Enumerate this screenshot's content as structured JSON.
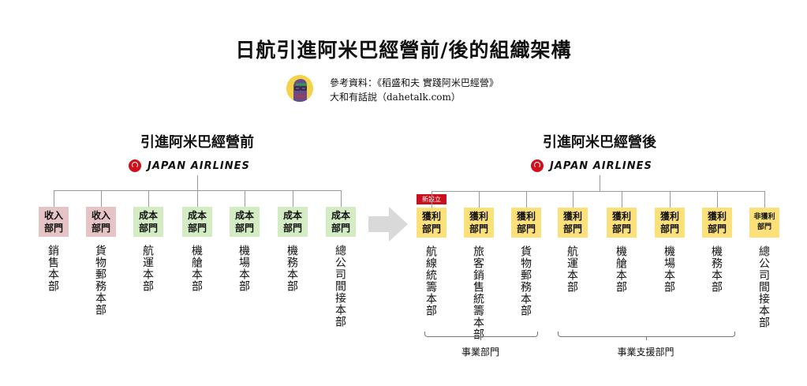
{
  "title": "日航引進阿米巴經營前/後的組織架構",
  "source": {
    "line1": "參考資料：《稻盛和夫 實踐阿米巴經營》",
    "line2": "大和有話說（dahetalk.com）"
  },
  "logo_text": "JAPAN AIRLINES",
  "colors": {
    "revenue": "#e6c3c5",
    "cost": "#d4ecc4",
    "profit": "#fce17a",
    "badge": "#c8101e",
    "arrow": "#d9d9d9"
  },
  "before": {
    "heading": "引進阿米巴經營前",
    "units": [
      {
        "box": "收入\n部門",
        "type": "revenue",
        "name": "銷售本部"
      },
      {
        "box": "收入\n部門",
        "type": "revenue",
        "name": "貨物郵務本部"
      },
      {
        "box": "成本\n部門",
        "type": "cost",
        "name": "航運本部"
      },
      {
        "box": "成本\n部門",
        "type": "cost",
        "name": "機艙本部"
      },
      {
        "box": "成本\n部門",
        "type": "cost",
        "name": "機場本部"
      },
      {
        "box": "成本\n部門",
        "type": "cost",
        "name": "機務本部"
      },
      {
        "box": "成本\n部門",
        "type": "cost",
        "name": "總公司間接本部"
      }
    ]
  },
  "after": {
    "heading": "引進阿米巴經營後",
    "new_badge": "新設立",
    "units": [
      {
        "box": "獲利\n部門",
        "type": "profit",
        "name": "航線統籌本部"
      },
      {
        "box": "獲利\n部門",
        "type": "profit",
        "name": "旅客銷售統籌本部"
      },
      {
        "box": "獲利\n部門",
        "type": "profit",
        "name": "貨物郵務本部"
      },
      {
        "box": "獲利\n部門",
        "type": "profit",
        "name": "航運本部"
      },
      {
        "box": "獲利\n部門",
        "type": "profit",
        "name": "機艙本部"
      },
      {
        "box": "獲利\n部門",
        "type": "profit",
        "name": "機場本部"
      },
      {
        "box": "獲利\n部門",
        "type": "profit",
        "name": "機務本部"
      },
      {
        "box": "非獲利\n部門",
        "type": "profit",
        "name": "總公司間接本部"
      }
    ],
    "groups": [
      {
        "label": "事業部門"
      },
      {
        "label": "事業支援部門"
      }
    ]
  }
}
